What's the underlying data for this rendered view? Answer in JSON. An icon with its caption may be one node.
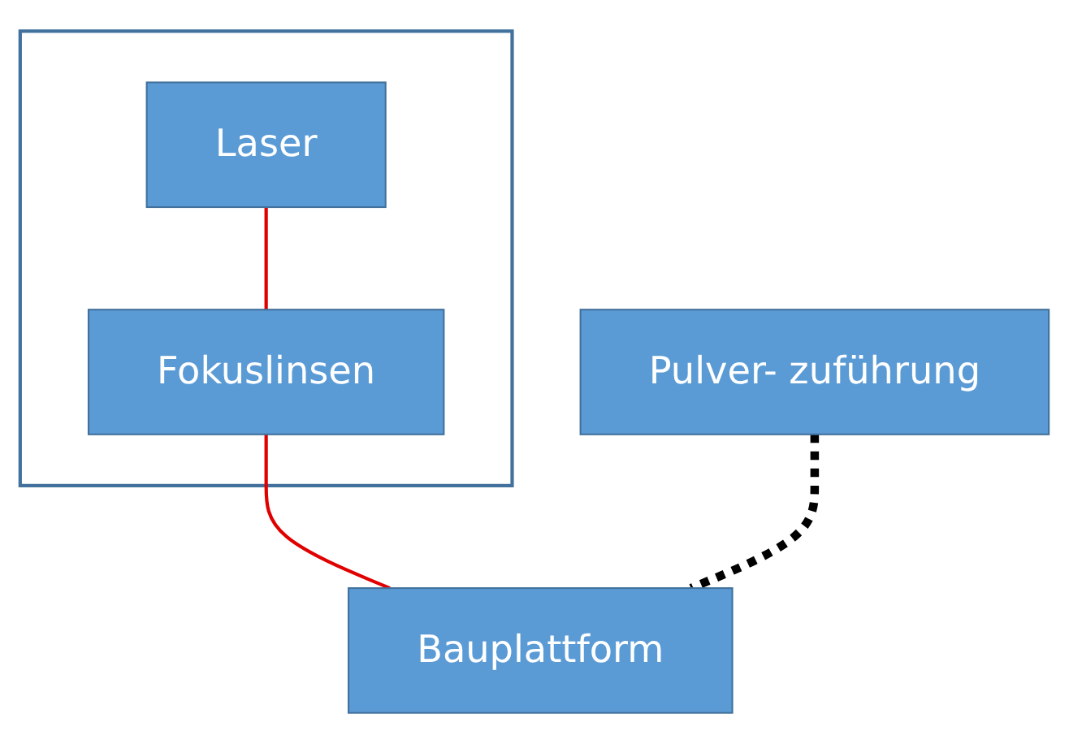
{
  "diagram": {
    "nodes": [
      {
        "text": [],
        "shape": "box"
      },
      {
        "text": [
          "Laser"
        ],
        "in": 0
      },
      {
        "text": [
          "Fokuslinsen"
        ],
        "in": 0
      },
      {
        "text": [
          "Pulver- zuführung"
        ]
      },
      {
        "text": [
          "Bauplattform"
        ]
      }
    ],
    "edges": [
      {
        "from": 1,
        "to": 2,
        "arrow": "none"
      },
      {
        "from": 2,
        "to": 4,
        "arrow": "none"
      },
      {
        "from": 3,
        "to": 4,
        "arrow": "none",
        "style": "dashed",
        "color": "#000000"
      }
    ]
  }
}
